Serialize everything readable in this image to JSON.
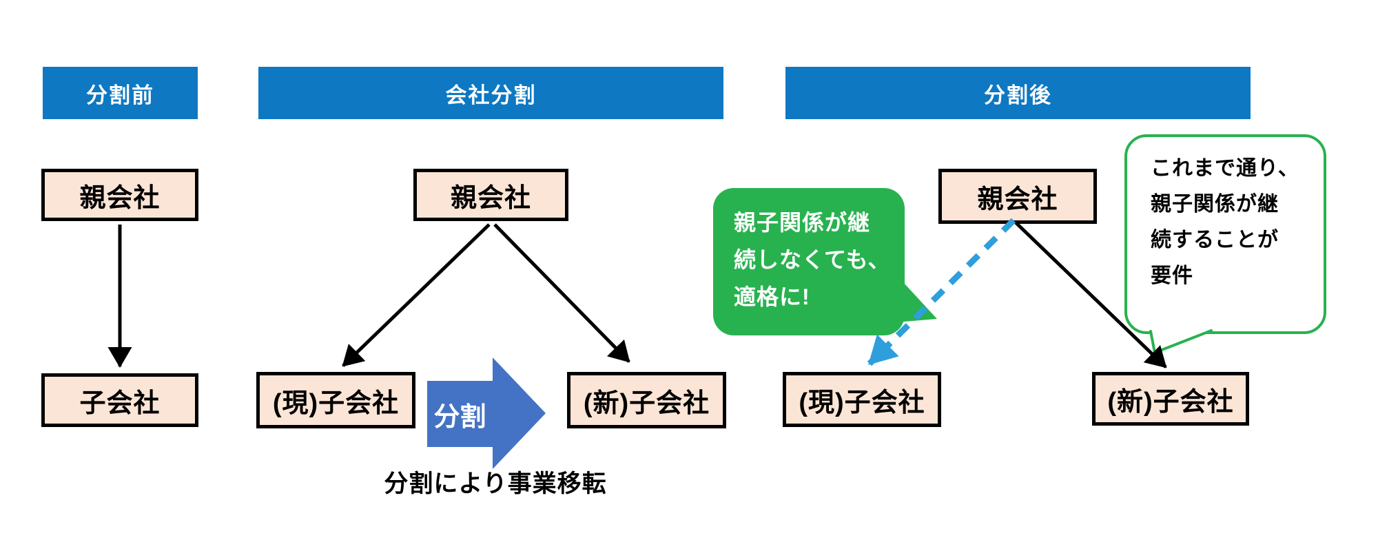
{
  "palette": {
    "header_blue": "#0e78c2",
    "block_arrow_blue": "#4472c4",
    "dashed_arrow_blue": "#2e9fdc",
    "box_fill_peach": "#fbe5d6",
    "callout_green": "#28b24f",
    "line_black": "#000000"
  },
  "headers": {
    "before": "分割前",
    "split": "会社分割",
    "after": "分割後"
  },
  "before": {
    "parent": "親会社",
    "child": "子会社"
  },
  "split": {
    "parent": "親会社",
    "child_current": "(現)子会社",
    "child_new": "(新)子会社",
    "block_arrow_label": "分割",
    "caption": "分割により事業移転"
  },
  "after": {
    "parent": "親会社",
    "child_current": "(現)子会社",
    "child_new": "(新)子会社",
    "green_callout": {
      "line1": "親子関係が継",
      "line2": "続しなくても、",
      "line3": "適格に!"
    },
    "white_callout": {
      "line1": "これまで通り、",
      "line2": "親子関係が継",
      "line3": "続することが",
      "line4": "要件"
    }
  }
}
